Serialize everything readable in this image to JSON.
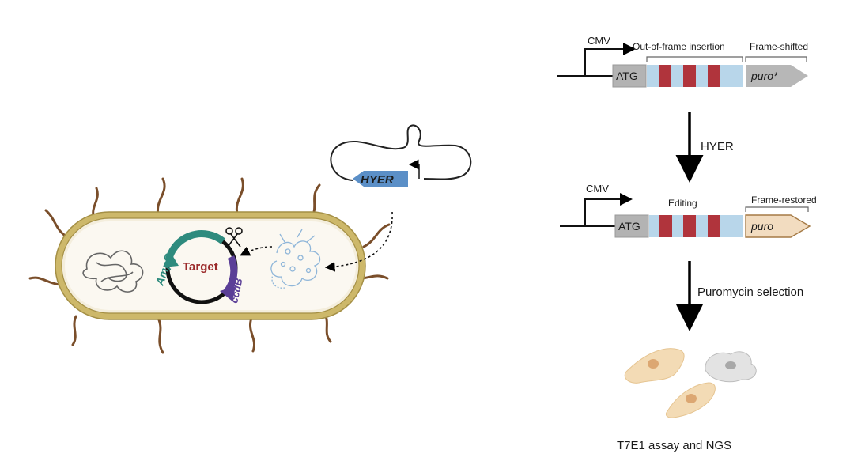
{
  "left": {
    "hyer_label": "HYER",
    "target_label": "Target",
    "ampr_label": "AmpR",
    "ccdb_label": "ccdB"
  },
  "right": {
    "top_construct": {
      "promoter": "CMV",
      "start": "ATG",
      "insert_label": "Out-of-frame insertion",
      "reporter_label": "Frame-shifted",
      "reporter": "puro*"
    },
    "step1": "HYER",
    "bottom_construct": {
      "promoter": "CMV",
      "start": "ATG",
      "insert_label": "Editing",
      "reporter_label": "Frame-restored",
      "reporter": "puro"
    },
    "step2": "Puromycin selection",
    "final": "T7E1 assay and NGS"
  },
  "colors": {
    "insert_bar": "#b8d6ea",
    "insert_block": "#b0343c",
    "puro_shifted": "#b7b7b7",
    "puro_restored": "#f2dcc0",
    "atg_box": "#b3b3b3",
    "ampr": "#2e8b7e",
    "ccdb": "#5b3f97",
    "target": "#9b2a2a",
    "hyer_arrow": "#5b8fc7",
    "membrane": "#cdb86a",
    "flagella": "#7a4e2a"
  }
}
